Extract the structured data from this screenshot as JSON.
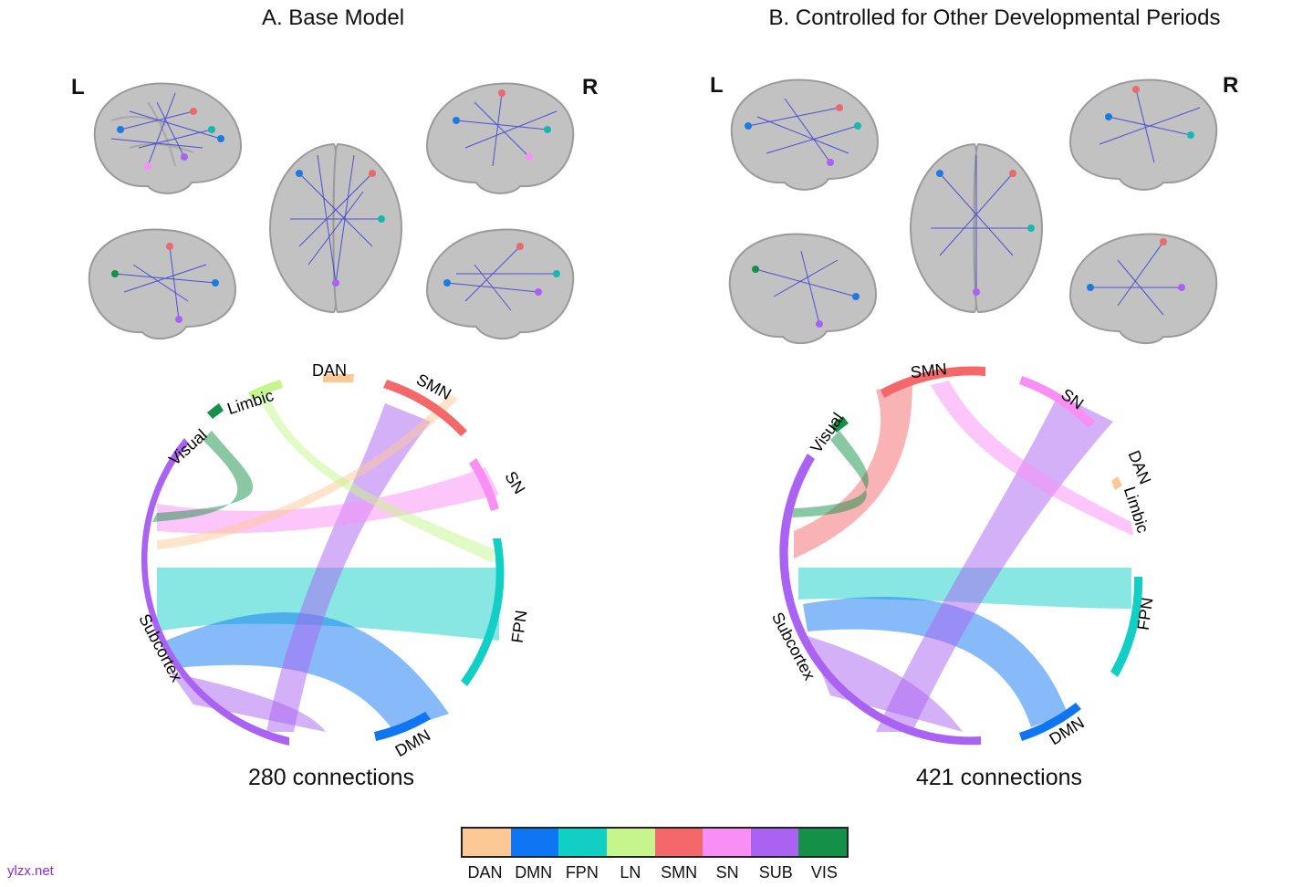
{
  "panels": [
    {
      "title": "A. Base Model",
      "hemi_left": "L",
      "hemi_right": "R",
      "caption": "280 connections",
      "chord_labels": {
        "visual": "Visual",
        "limbic": "Limbic",
        "dan": "DAN",
        "smn": "SMN",
        "sn": "SN",
        "fpn": "FPN",
        "dmn": "DMN",
        "subcortex": "Subcortex"
      }
    },
    {
      "title": "B. Controlled for Other Developmental Periods",
      "hemi_left": "L",
      "hemi_right": "R",
      "caption": "421 connections",
      "chord_labels": {
        "visual": "Visual",
        "smn": "SMN",
        "sn": "SN",
        "dan": "DAN",
        "limbic": "Limbic",
        "fpn": "FPN",
        "dmn": "DMN",
        "subcortex": "Subcortex"
      }
    }
  ],
  "legend": [
    {
      "label": "DAN",
      "color": "#fcc996"
    },
    {
      "label": "DMN",
      "color": "#0f75f2"
    },
    {
      "label": "FPN",
      "color": "#12cfc6"
    },
    {
      "label": "LN",
      "color": "#c6f58e"
    },
    {
      "label": "SMN",
      "color": "#f4686a"
    },
    {
      "label": "SN",
      "color": "#f98ef5"
    },
    {
      "label": "SUB",
      "color": "#a962f2"
    },
    {
      "label": "VIS",
      "color": "#159048"
    }
  ],
  "watermark": "ylzx.net"
}
